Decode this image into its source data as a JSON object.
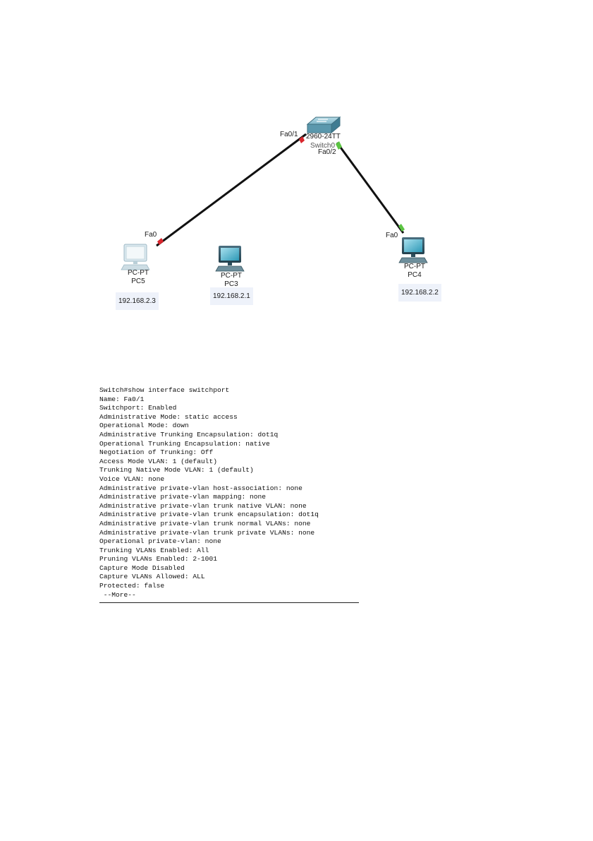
{
  "topology": {
    "switch": {
      "model": "2960-24TT",
      "name": "Switch0",
      "ports": [
        "Fa0/1",
        "Fa0/2"
      ]
    },
    "pcs": [
      {
        "type": "PC-PT",
        "name": "PC5",
        "ip": "192.168.2.3",
        "port": "Fa0"
      },
      {
        "type": "PC-PT",
        "name": "PC3",
        "ip": "192.168.2.1"
      },
      {
        "type": "PC-PT",
        "name": "PC4",
        "ip": "192.168.2.2",
        "port": "Fa0"
      }
    ],
    "links": [
      {
        "from": "PC5:Fa0",
        "to": "Switch0:Fa0/1",
        "status_color": "#d9262d"
      },
      {
        "from": "PC4:Fa0",
        "to": "Switch0:Fa0/2",
        "status_color": "#5cc443"
      }
    ]
  },
  "console": {
    "lines": [
      "Switch#show interface switchport",
      "Name: Fa0/1",
      "Switchport: Enabled",
      "Administrative Mode: static access",
      "Operational Mode: down",
      "Administrative Trunking Encapsulation: dot1q",
      "Operational Trunking Encapsulation: native",
      "Negotiation of Trunking: Off",
      "Access Mode VLAN: 1 (default)",
      "Trunking Native Mode VLAN: 1 (default)",
      "Voice VLAN: none",
      "Administrative private-vlan host-association: none",
      "Administrative private-vlan mapping: none",
      "Administrative private-vlan trunk native VLAN: none",
      "Administrative private-vlan trunk encapsulation: dot1q",
      "Administrative private-vlan trunk normal VLANs: none",
      "Administrative private-vlan trunk private VLANs: none",
      "Operational private-vlan: none",
      "Trunking VLANs Enabled: All",
      "Pruning VLANs Enabled: 2-1001",
      "Capture Mode Disabled",
      "Capture VLANs Allowed: ALL",
      "Protected: false",
      " --More--"
    ]
  }
}
